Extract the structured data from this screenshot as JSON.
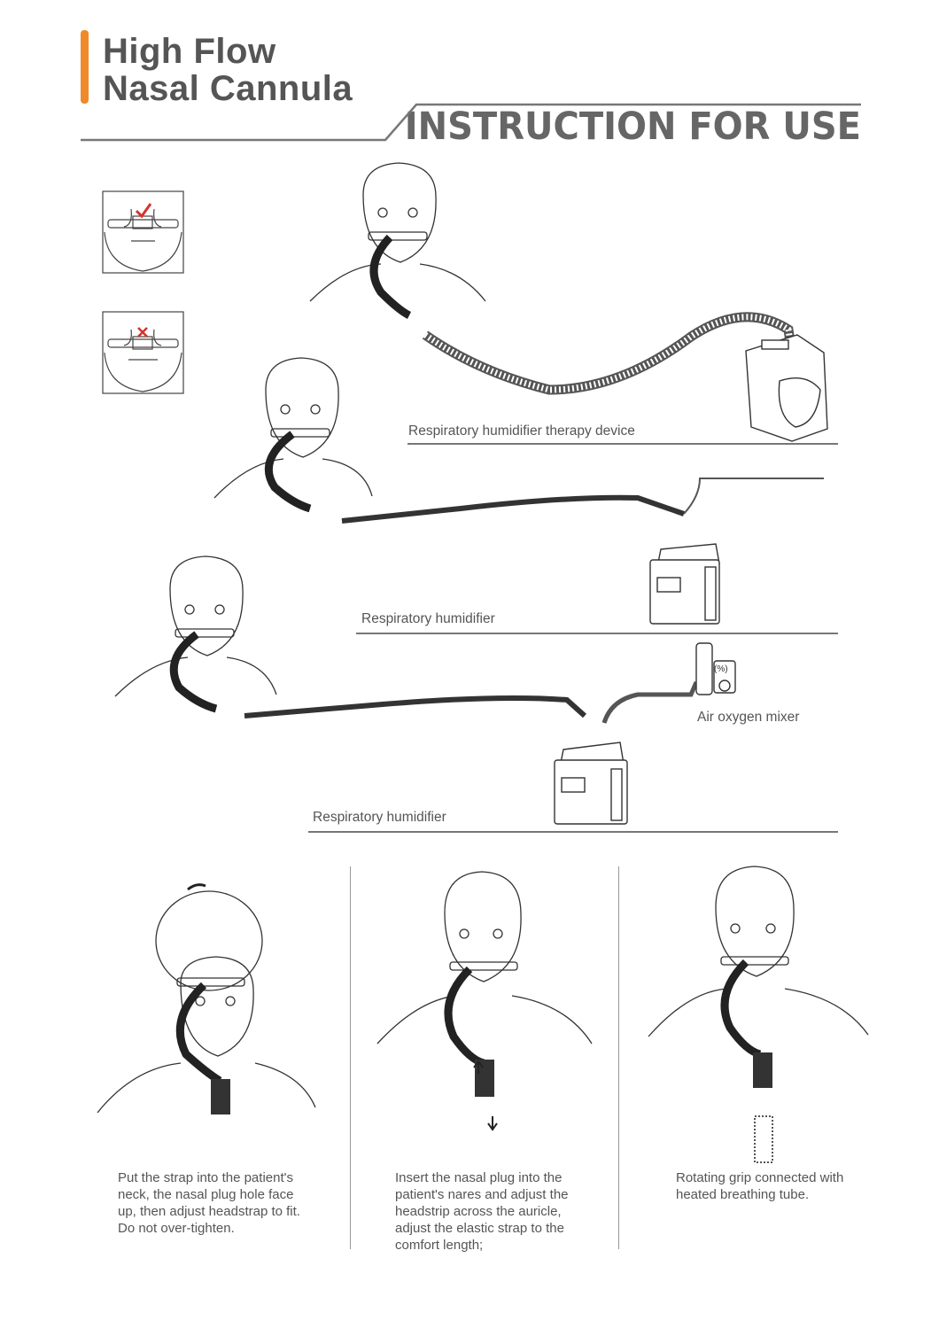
{
  "header": {
    "title_line1": "High Flow",
    "title_line2": "Nasal Cannula",
    "subtitle": "INSTRUCTION FOR USE",
    "accent_color": "#f0892a"
  },
  "fit_examples": {
    "correct_icon": "checkmark-icon",
    "wrong_icon": "cross-icon",
    "correct_color": "#d6342c",
    "wrong_color": "#d6342c"
  },
  "setups": [
    {
      "caption": "Respiratory humidifier therapy device"
    },
    {
      "caption": "Respiratory humidifier"
    },
    {
      "caption": "Respiratory humidifier",
      "extra_label": "Air oxygen mixer",
      "mixer_symbol": "(%)"
    }
  ],
  "steps": [
    {
      "text": "Put the strap into the patient's\nneck, the nasal plug hole face\nup, then adjust headstrap to fit.\nDo not over-tighten."
    },
    {
      "text": "Insert the nasal plug into the\npatient's nares and adjust the\nheadstrip across the auricle,\nadjust the elastic strap to the\ncomfort length;"
    },
    {
      "text": "Rotating grip connected with\nheated breathing tube."
    }
  ]
}
